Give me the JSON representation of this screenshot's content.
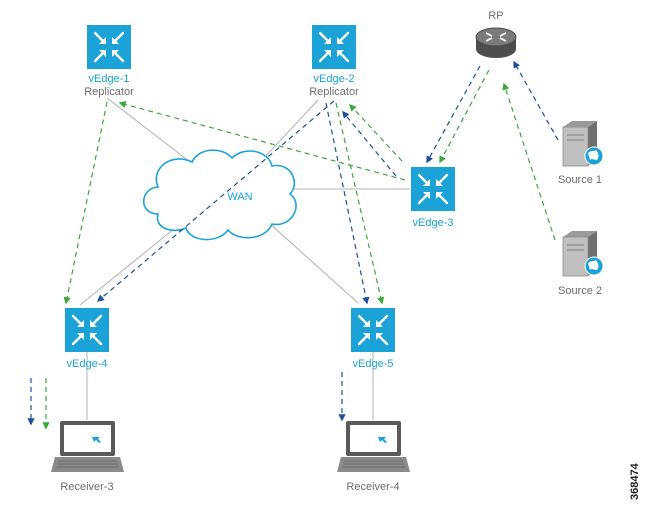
{
  "colors": {
    "router_blue": "#1ba3d8",
    "link_gray": "#b3b3b3",
    "flow_blue": "#1f4f9c",
    "flow_green": "#3aa83a",
    "label_gray": "#6d6d6d",
    "cloud_blue": "#1ba3d8"
  },
  "nodes": {
    "vedge1": {
      "name": "vEdge-1",
      "role": "Replicator",
      "icon": "vedge-router-icon"
    },
    "vedge2": {
      "name": "vEdge-2",
      "role": "Replicator",
      "icon": "vedge-router-icon"
    },
    "vedge3": {
      "name": "vEdge-3",
      "icon": "vedge-router-icon"
    },
    "vedge4": {
      "name": "vEdge-4",
      "icon": "vedge-router-icon"
    },
    "vedge5": {
      "name": "vEdge-5",
      "icon": "vedge-router-icon"
    },
    "rp": {
      "name": "RP",
      "icon": "router-icon"
    },
    "source1": {
      "name": "Source 1",
      "icon": "server-globe-icon"
    },
    "source2": {
      "name": "Source 2",
      "icon": "server-globe-icon"
    },
    "receiver3": {
      "name": "Receiver-3",
      "icon": "laptop-icon"
    },
    "receiver4": {
      "name": "Receiver-4",
      "icon": "laptop-icon"
    },
    "wan": {
      "name": "WAN",
      "icon": "cloud-icon"
    }
  },
  "figure_id": "368474"
}
